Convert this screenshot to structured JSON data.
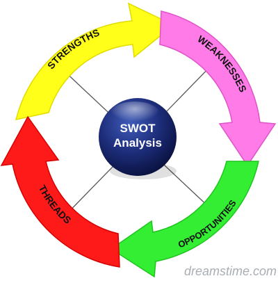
{
  "center": {
    "line1": "SWOT",
    "line2": "Analysis",
    "colors": {
      "sphere_light": "#3f5bb8",
      "sphere_mid": "#1d2d7a",
      "sphere_dark": "#0a1240",
      "text": "#ffffff"
    }
  },
  "segments": [
    {
      "key": "strengths",
      "label": "STRENGTHS",
      "color": "#ffff1a",
      "edge": "#e0dc00"
    },
    {
      "key": "weaknesses",
      "label": "WEAKNESSES",
      "color": "#ff7be8",
      "edge": "#e052c8"
    },
    {
      "key": "opportunities",
      "label": "OPPORTUNITIES",
      "color": "#33ee33",
      "edge": "#1fc41f"
    },
    {
      "key": "threads",
      "label": "THREADS",
      "color": "#ff1a1a",
      "edge": "#d40000"
    }
  ],
  "watermark": "dreamstime.com",
  "dividers": {
    "color": "#555555"
  }
}
